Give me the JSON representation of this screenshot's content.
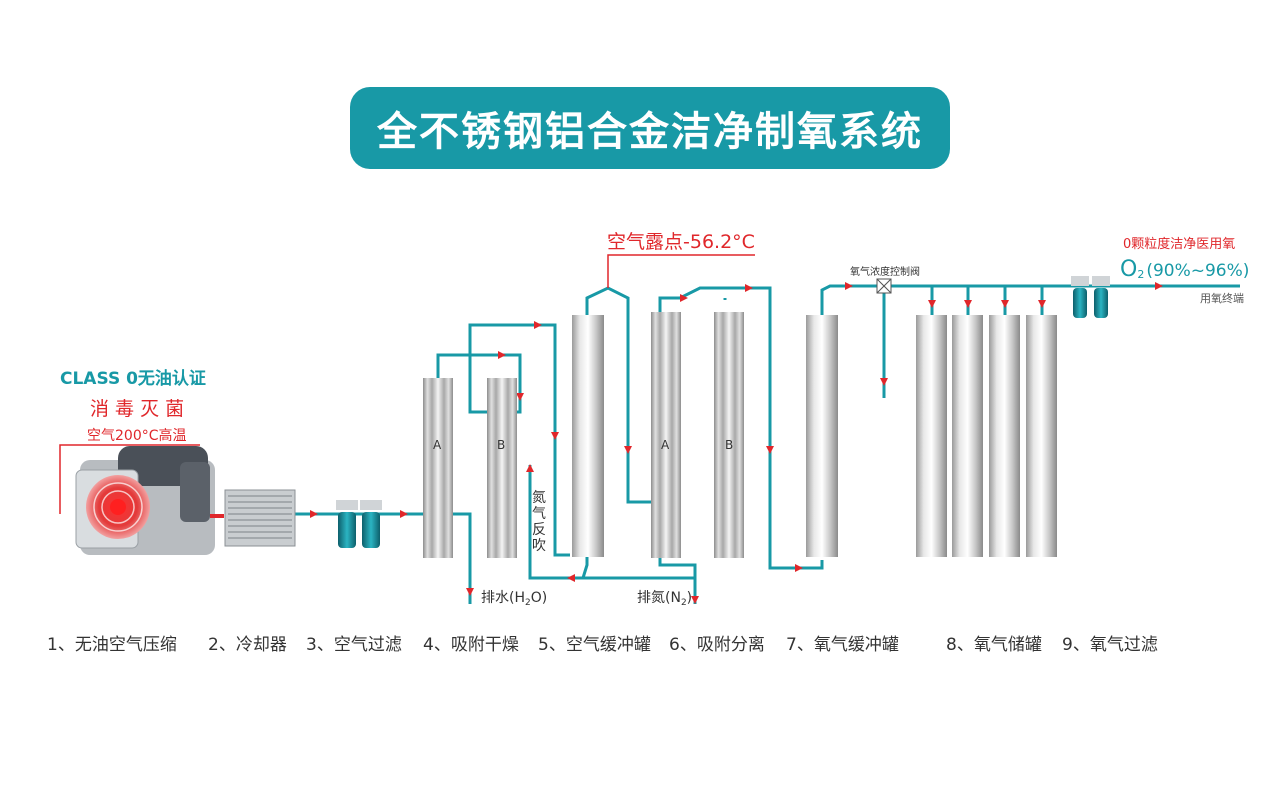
{
  "title": "全不锈钢铝合金洁净制氧系统",
  "dew_point": "空气露点-56.2°C",
  "compressor": {
    "cert": "CLASS 0无油认证",
    "disinfect": "消 毒 灭 菌",
    "temp": "空气200°C高温"
  },
  "dryer": {
    "tank_a": "A",
    "tank_b": "B",
    "drain": "排水(H",
    "drain_sub": "2",
    "drain_end": "O)"
  },
  "blowback": [
    "氮",
    "气",
    "反",
    "吹"
  ],
  "separator": {
    "tank_a": "A",
    "tank_b": "B",
    "exhaust": "排氮(N",
    "exhaust_sub": "2",
    "exhaust_end": ")"
  },
  "valve_label": "氧气浓度控制阀",
  "output": {
    "quality": "0颗粒度洁净医用氧",
    "o2_main": "O",
    "o2_sub": "2",
    "purity": "(90%~96%)",
    "end": "用氧终端"
  },
  "legend": [
    "1、无油空气压缩",
    "2、冷却器",
    "3、空气过滤",
    "4、吸附干燥",
    "5、空气缓冲罐",
    "6、吸附分离",
    "7、氧气缓冲罐",
    "8、氧气储罐",
    "9、氧气过滤"
  ],
  "colors": {
    "accent": "#1899a6",
    "red": "#e0272b",
    "pipe": "#1899a6"
  }
}
